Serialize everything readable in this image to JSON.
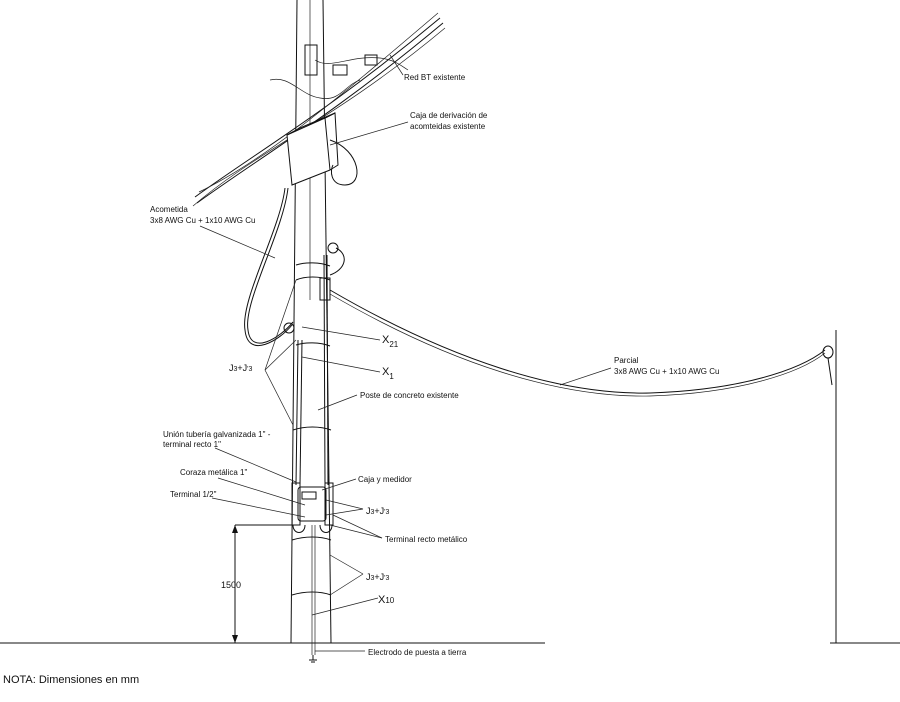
{
  "labels": {
    "red_bt": "Red BT existente",
    "caja_derivacion_1": "Caja de derivación de",
    "caja_derivacion_2": "acomteidas existente",
    "acometida_1": "Acometida",
    "acometida_2": "3x8 AWG Cu + 1x10 AWG Cu",
    "x21": {
      "main": "X",
      "sub": "21"
    },
    "x1": {
      "main": "X",
      "sub": "1"
    },
    "j3_top": {
      "a": "J",
      "a_sub": "3",
      "plus": "+J",
      "b_sup": "'",
      "b_sub": "3"
    },
    "poste": "Poste de concreto existente",
    "parcial_1": "Parcial",
    "parcial_2": "3x8 AWG Cu + 1x10 AWG Cu",
    "union_1": "Unión tubería galvanizada 1\" -",
    "union_2": "terminal recto 1\"",
    "coraza": "Coraza metálica 1\"",
    "caja_medidor": "Caja y medidor",
    "terminal_half": "Terminal 1/2\"",
    "j3_mid": {
      "a": "J",
      "a_sub": "3",
      "plus": "+J",
      "b_sup": "'",
      "b_sub": "3"
    },
    "terminal_recto": "Terminal recto metálico",
    "dimension": "1500",
    "j3_low": {
      "a": "J",
      "a_sub": "3",
      "plus": "+J",
      "b_sup": "'",
      "b_sub": "3"
    },
    "x10": {
      "main": "X",
      "sub": "10"
    },
    "electrodo": "Electrodo de puesta a tierra"
  },
  "note": "NOTA: Dimensiones en mm"
}
